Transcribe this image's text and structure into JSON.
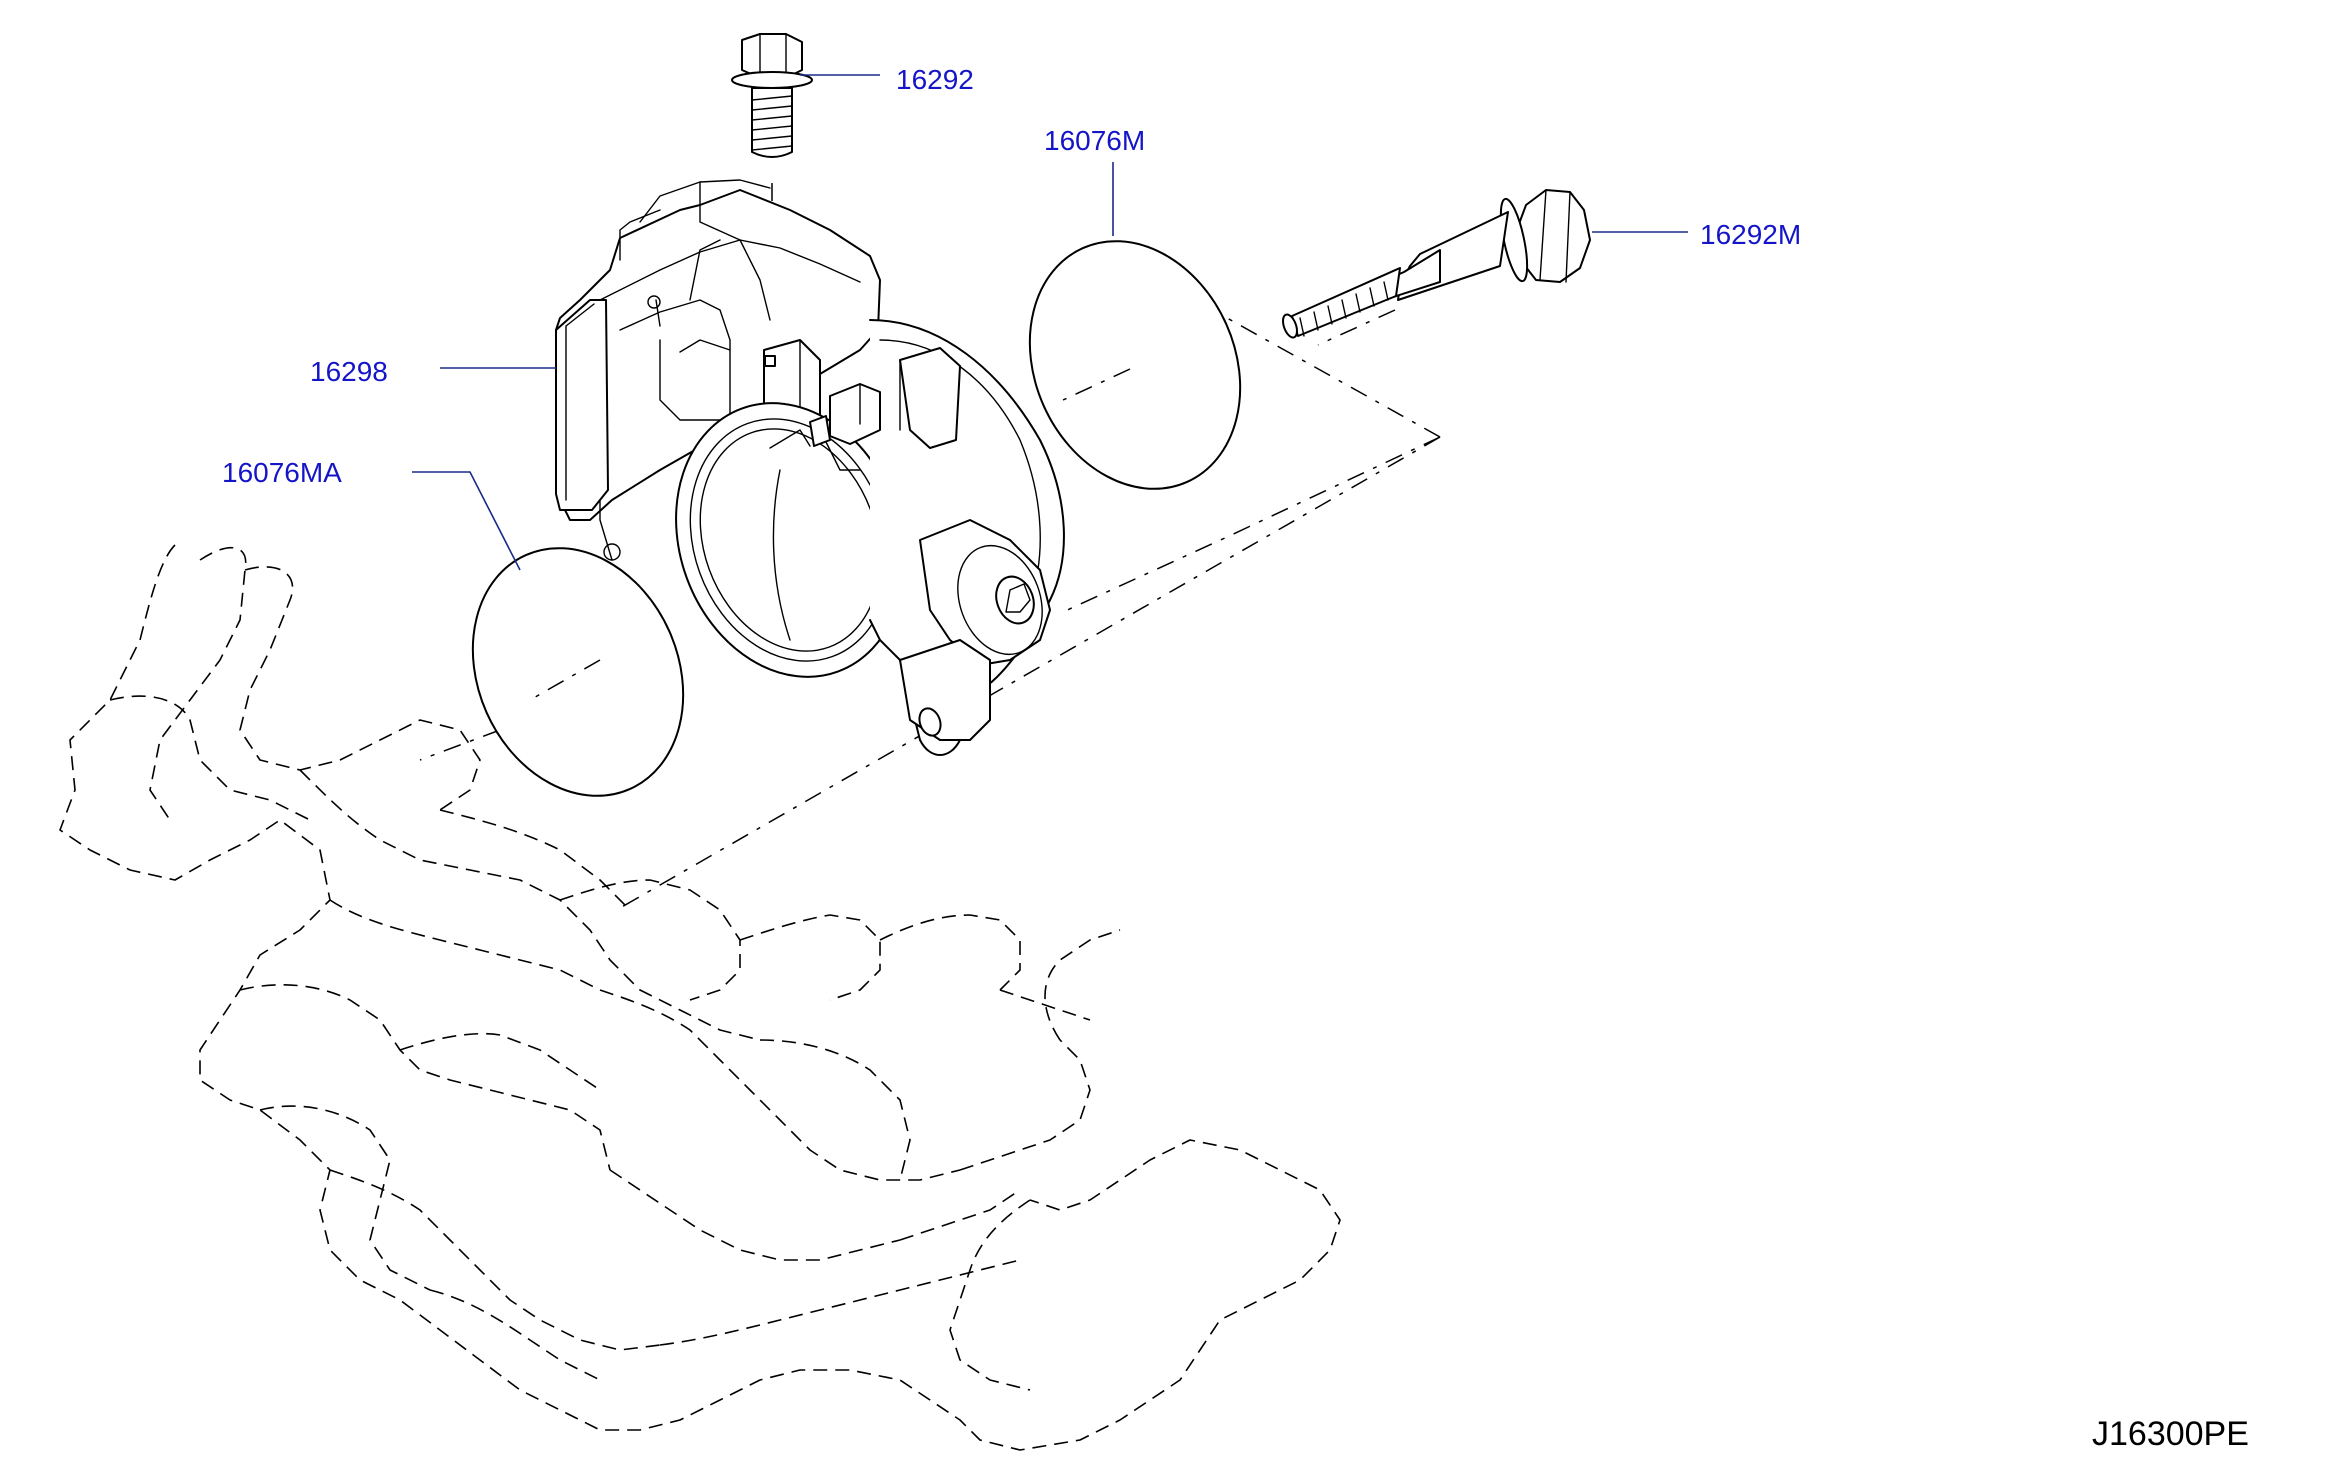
{
  "diagram": {
    "parts": [
      {
        "id": "bolt-top",
        "label": "16292"
      },
      {
        "id": "gasket-right",
        "label": "16076M"
      },
      {
        "id": "bolt-right",
        "label": "16292M"
      },
      {
        "id": "throttle-body",
        "label": "16298"
      },
      {
        "id": "gasket-left",
        "label": "16076MA"
      }
    ],
    "drawing_code": "J16300PE",
    "colors": {
      "callout_text": "#1515c8",
      "leader_line": "#1a2a8a",
      "line_art": "#000000"
    }
  }
}
